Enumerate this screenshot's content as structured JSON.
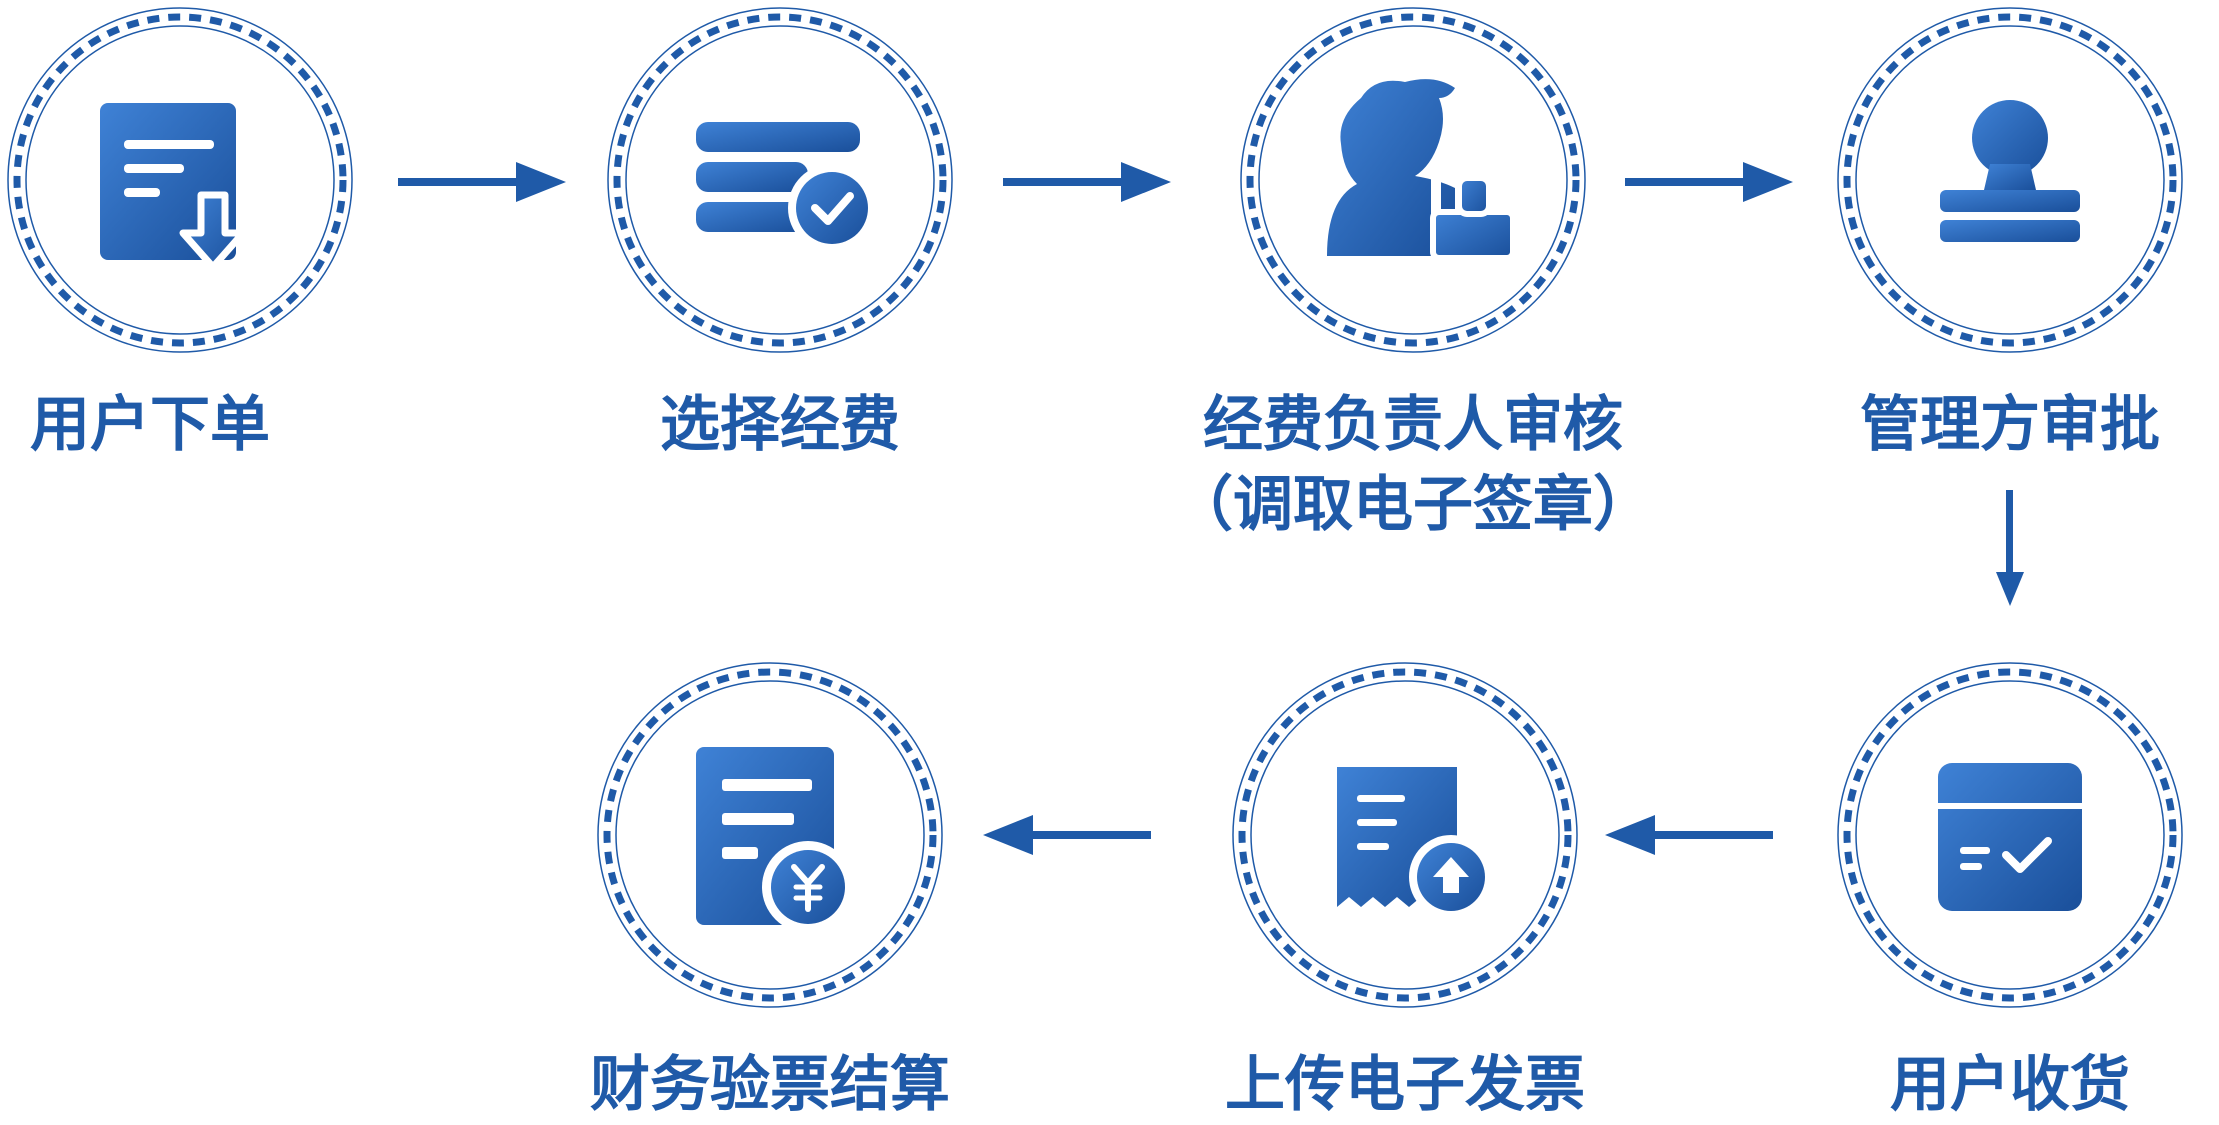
{
  "colors": {
    "primary": "#1f5aa8",
    "primary_light": "#3b7cd0",
    "ring": "#1f5aa8"
  },
  "steps": [
    {
      "label": "用户下单",
      "icon": "document-download-icon"
    },
    {
      "label": "选择经费",
      "icon": "stack-check-icon"
    },
    {
      "label": "经费负责人审核",
      "label2": "（调取电子签章）",
      "icon": "person-stamp-icon"
    },
    {
      "label": "管理方审批",
      "icon": "stamp-icon"
    },
    {
      "label": "用户收货",
      "icon": "box-check-icon"
    },
    {
      "label": "上传电子发票",
      "icon": "receipt-upload-icon"
    },
    {
      "label": "财务验票结算",
      "icon": "invoice-yuan-icon"
    }
  ]
}
